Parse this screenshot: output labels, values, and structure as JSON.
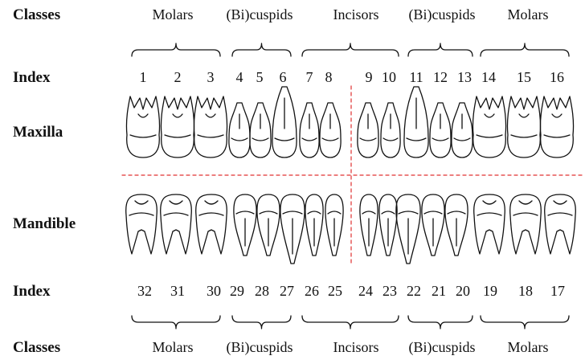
{
  "row_labels": {
    "classes_top": "Classes",
    "index_top": "Index",
    "maxilla": "Maxilla",
    "mandible": "Mandible",
    "index_bottom": "Index",
    "classes_bottom": "Classes"
  },
  "classes_top": [
    "Molars",
    "(Bi)cuspids",
    "Incisors",
    "(Bi)cuspids",
    "Molars"
  ],
  "classes_bottom": [
    "Molars",
    "(Bi)cuspids",
    "Incisors",
    "(Bi)cuspids",
    "Molars"
  ],
  "index_top": [
    "1",
    "2",
    "3",
    "4",
    "5",
    "6",
    "7",
    "8",
    "9",
    "10",
    "11",
    "12",
    "13",
    "14",
    "15",
    "16"
  ],
  "index_bottom": [
    "32",
    "31",
    "30",
    "29",
    "28",
    "27",
    "26",
    "25",
    "24",
    "23",
    "22",
    "21",
    "20",
    "19",
    "18",
    "17"
  ],
  "colors": {
    "text": "#111111",
    "divider": "#e03030"
  }
}
